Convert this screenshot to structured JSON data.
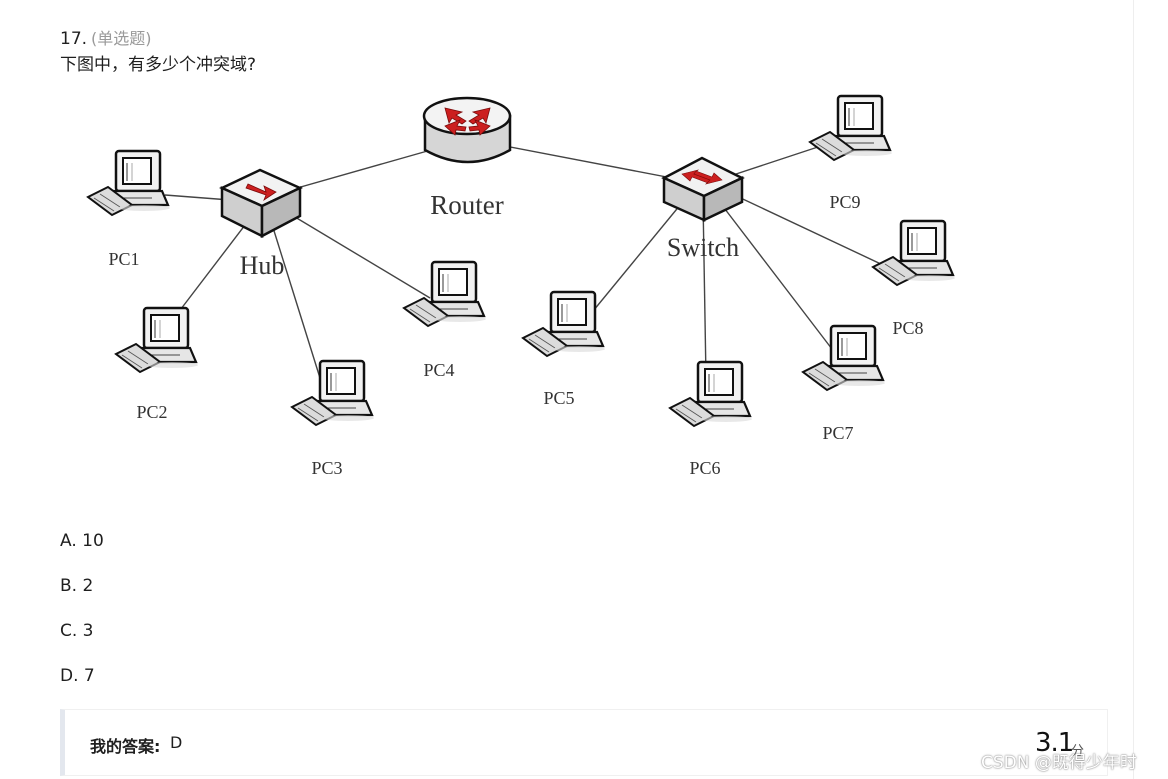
{
  "question": {
    "number": "17.",
    "type": "(单选题)",
    "text": "下图中，有多少个冲突域?"
  },
  "diagram": {
    "devices": {
      "router": "Router",
      "hub": "Hub",
      "switch": "Switch"
    },
    "pcs": [
      "PC1",
      "PC2",
      "PC3",
      "PC4",
      "PC5",
      "PC6",
      "PC7",
      "PC8",
      "PC9"
    ]
  },
  "options": [
    {
      "label": "A. 10"
    },
    {
      "label": "B. 2"
    },
    {
      "label": "C. 3"
    },
    {
      "label": "D. 7"
    }
  ],
  "answer": {
    "label": "我的答案:",
    "value": "D",
    "score": "3.1",
    "score_unit": "分"
  },
  "watermark": "CSDN @既得少年时",
  "colors": {
    "accent_red": "#cc1f1f",
    "muted_text": "#9a9a9a",
    "answer_border": "#e3e7ee"
  }
}
